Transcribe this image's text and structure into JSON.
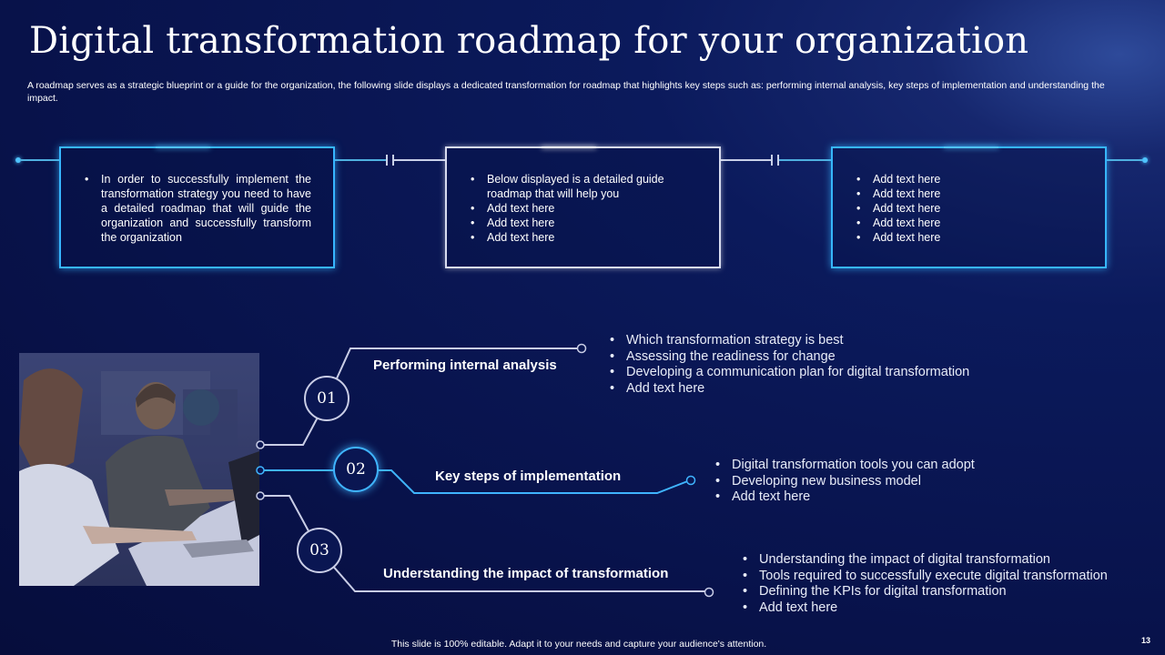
{
  "title": "Digital transformation roadmap for your organization",
  "subtitle": "A roadmap serves as a strategic blueprint or a guide for the organization, the following slide displays a dedicated transformation for roadmap that highlights key steps such as: performing internal analysis, key steps of implementation and understanding the impact.",
  "boxes": [
    {
      "items": [
        "In order to successfully implement the transformation strategy you need to have a detailed roadmap that will guide the organization and successfully transform the organization"
      ]
    },
    {
      "items": [
        "Below displayed is a detailed guide roadmap that will help you",
        "Add text here",
        "Add text here",
        "Add text here"
      ]
    },
    {
      "items": [
        "Add text here",
        "Add text here",
        "Add text here",
        "Add text here",
        "Add text here"
      ]
    }
  ],
  "steps": [
    {
      "number": "01",
      "title": "Performing internal analysis",
      "bullets": [
        "Which transformation strategy is best",
        "Assessing the readiness for change",
        "Developing  a communication plan for digital transformation",
        "Add text here"
      ]
    },
    {
      "number": "02",
      "title": "Key steps of implementation",
      "bullets": [
        "Digital transformation tools you can adopt",
        "Developing new business model",
        "Add text here"
      ]
    },
    {
      "number": "03",
      "title": "Understanding the impact of transformation",
      "bullets": [
        "Understanding the impact of digital transformation",
        "Tools required to successfully execute digital transformation",
        "Defining the KPIs for digital transformation",
        "Add text here"
      ]
    }
  ],
  "footer": "This slide is 100% editable.  Adapt it to your needs and capture your audience's attention.",
  "page_number": "13",
  "accent_color": "#37b6ff"
}
